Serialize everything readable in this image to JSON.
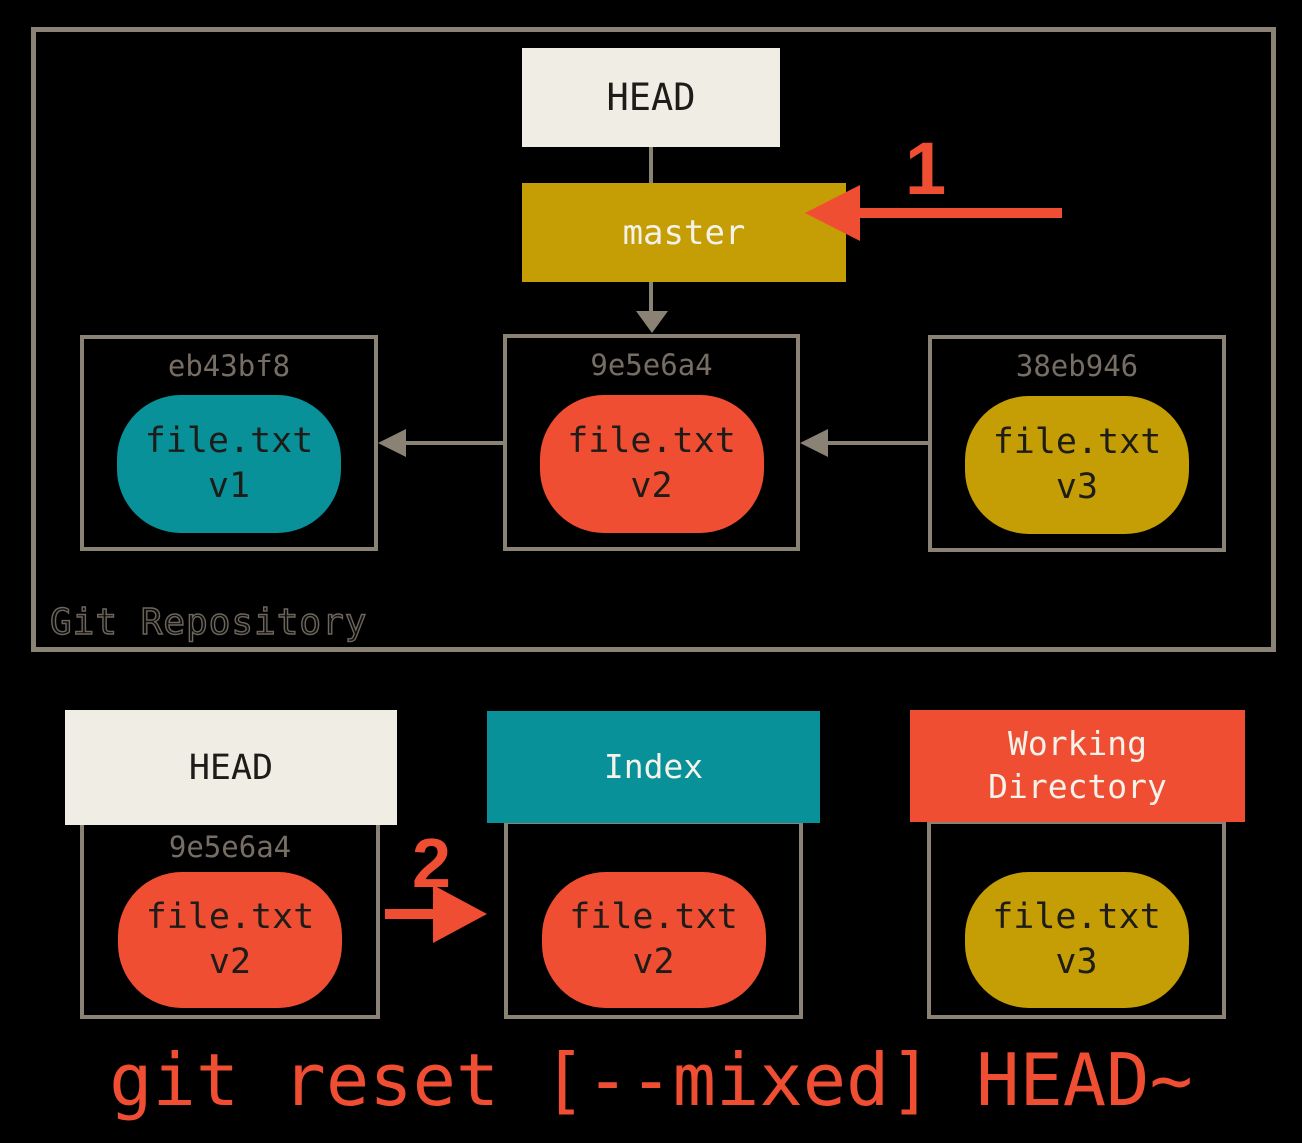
{
  "palette": {
    "red": "#F04E32",
    "gold": "#C59D04",
    "teal": "#089198",
    "cream": "#F0EEE4",
    "border": "#8B8276",
    "hash_text": "#766E64",
    "dark": "#1D1C19",
    "light": "#F4F2EA",
    "bg": "#000000"
  },
  "repository": {
    "label": "Git Repository",
    "head_ref": "HEAD",
    "branch_ref": "master",
    "commits": [
      {
        "hash": "eb43bf8",
        "file": "file.txt",
        "version": "v1"
      },
      {
        "hash": "9e5e6a4",
        "file": "file.txt",
        "version": "v2"
      },
      {
        "hash": "38eb946",
        "file": "file.txt",
        "version": "v3"
      }
    ]
  },
  "steps": {
    "step1": "1",
    "step2": "2"
  },
  "trees": {
    "head": {
      "title": "HEAD",
      "hash": "9e5e6a4",
      "file": "file.txt",
      "version": "v2"
    },
    "index": {
      "title": "Index",
      "file": "file.txt",
      "version": "v2"
    },
    "working_directory": {
      "title": "Working Directory",
      "file": "file.txt",
      "version": "v3"
    }
  },
  "command": "git reset [--mixed] HEAD~"
}
